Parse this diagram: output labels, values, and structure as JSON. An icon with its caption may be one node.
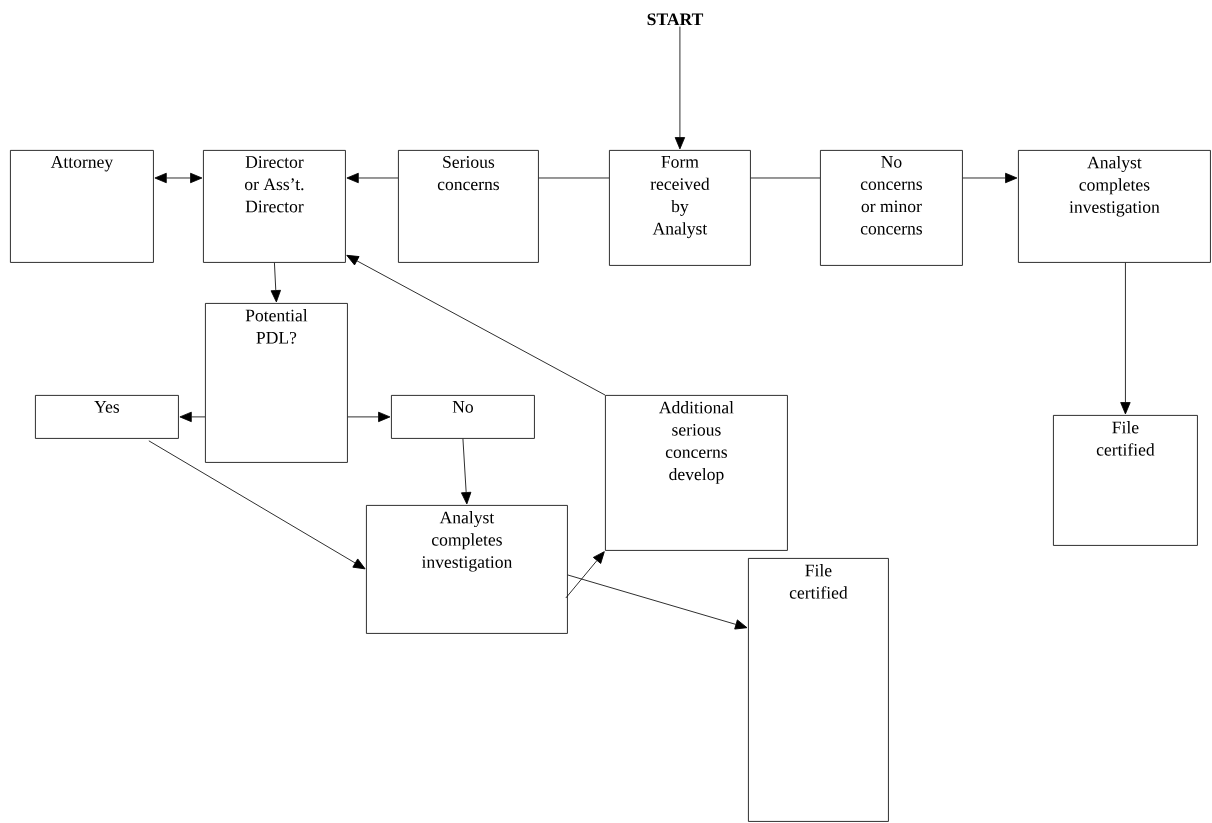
{
  "diagram": {
    "nodes": [
      {
        "text": [
          "START"
        ]
      },
      {
        "text": [
          "Attorney"
        ]
      },
      {
        "text": [
          "Director or Ass’t. Director"
        ]
      },
      {
        "text": [
          "Serious concerns"
        ]
      },
      {
        "text": [
          "Form received by Analyst"
        ]
      },
      {
        "text": [
          "No concerns or minor concerns"
        ]
      },
      {
        "text": [
          "Analyst completes investigation"
        ]
      },
      {
        "text": [
          "Potential PDL?"
        ]
      },
      {
        "text": [
          "Yes"
        ]
      },
      {
        "text": [
          "No"
        ]
      },
      {
        "text": [
          "Additional serious concerns develop"
        ]
      },
      {
        "text": [
          "File certified"
        ]
      },
      {
        "text": [
          "Analyst completes investigation"
        ]
      },
      {
        "text": [
          "File certified"
        ]
      }
    ],
    "edges": [
      {
        "from": 0,
        "to": 4,
        "arrow": "to"
      },
      {
        "from": 4,
        "to": 3,
        "arrow": "none"
      },
      {
        "from": 3,
        "to": 2,
        "arrow": "to"
      },
      {
        "from": 2,
        "to": 1,
        "arrow": "both"
      },
      {
        "from": 4,
        "to": 5,
        "arrow": "none"
      },
      {
        "from": 5,
        "to": 6,
        "arrow": "to"
      },
      {
        "from": 2,
        "to": 7,
        "arrow": "to"
      },
      {
        "from": 7,
        "to": 8,
        "arrow": "to"
      },
      {
        "from": 7,
        "to": 9,
        "arrow": "to"
      },
      {
        "from": 8,
        "to": 12,
        "arrow": "to"
      },
      {
        "from": 9,
        "to": 12,
        "arrow": "to"
      },
      {
        "from": 12,
        "to": 10,
        "arrow": "to"
      },
      {
        "from": 12,
        "to": 13,
        "arrow": "to"
      },
      {
        "from": 10,
        "to": 2,
        "arrow": "to"
      },
      {
        "from": 6,
        "to": 11,
        "arrow": "to"
      }
    ]
  }
}
